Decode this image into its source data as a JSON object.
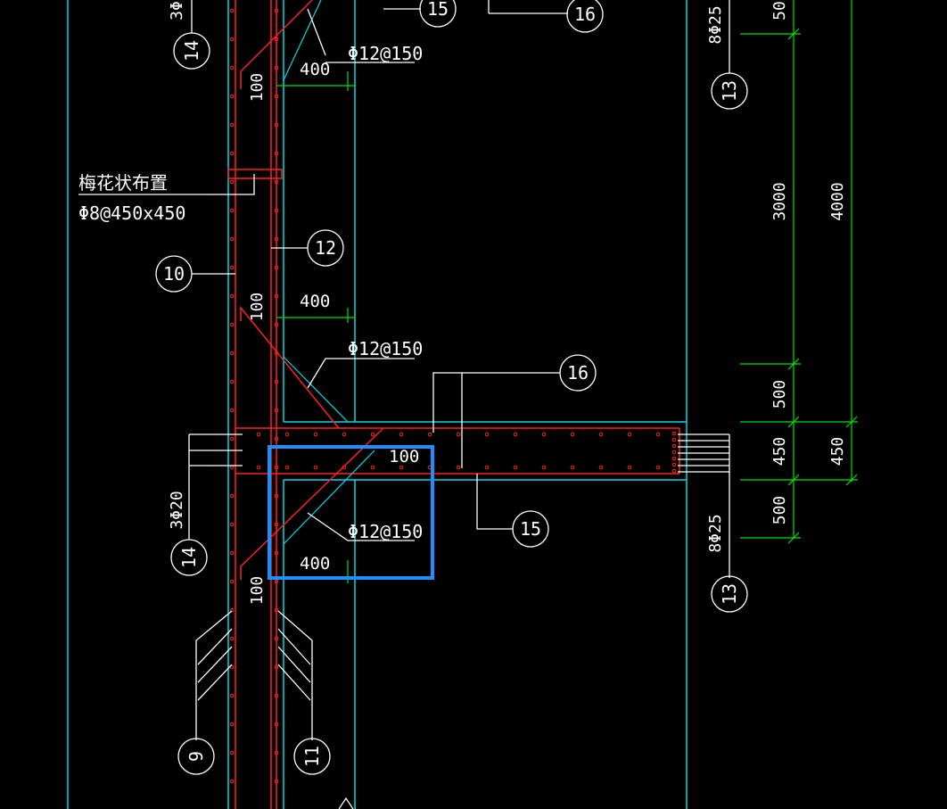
{
  "colors": {
    "background": "#000000",
    "cyan": "#00d8e6",
    "red": "#ff2020",
    "green": "#00e000",
    "white": "#ffffff",
    "selection": "#1e8fff"
  },
  "labels": {
    "plum_layout": "梅花状布置",
    "tie_spec": "Φ8@450x450",
    "stirrup_spec": "Φ12@150",
    "top_rebar": "3Φ",
    "bottom_rebar": "3Φ20",
    "right_rebar_top": "8Φ25",
    "right_rebar_bottom": "8Φ25",
    "dim_400": "400",
    "dim_100": "100"
  },
  "callouts": {
    "c9": "9",
    "c10": "10",
    "c11": "11",
    "c12": "12",
    "c13": "13",
    "c14": "14",
    "c15": "15",
    "c16": "16"
  },
  "dimensions": {
    "d50": "50",
    "d3000": "3000",
    "d4000": "4000",
    "d500": "500",
    "d450": "450"
  }
}
